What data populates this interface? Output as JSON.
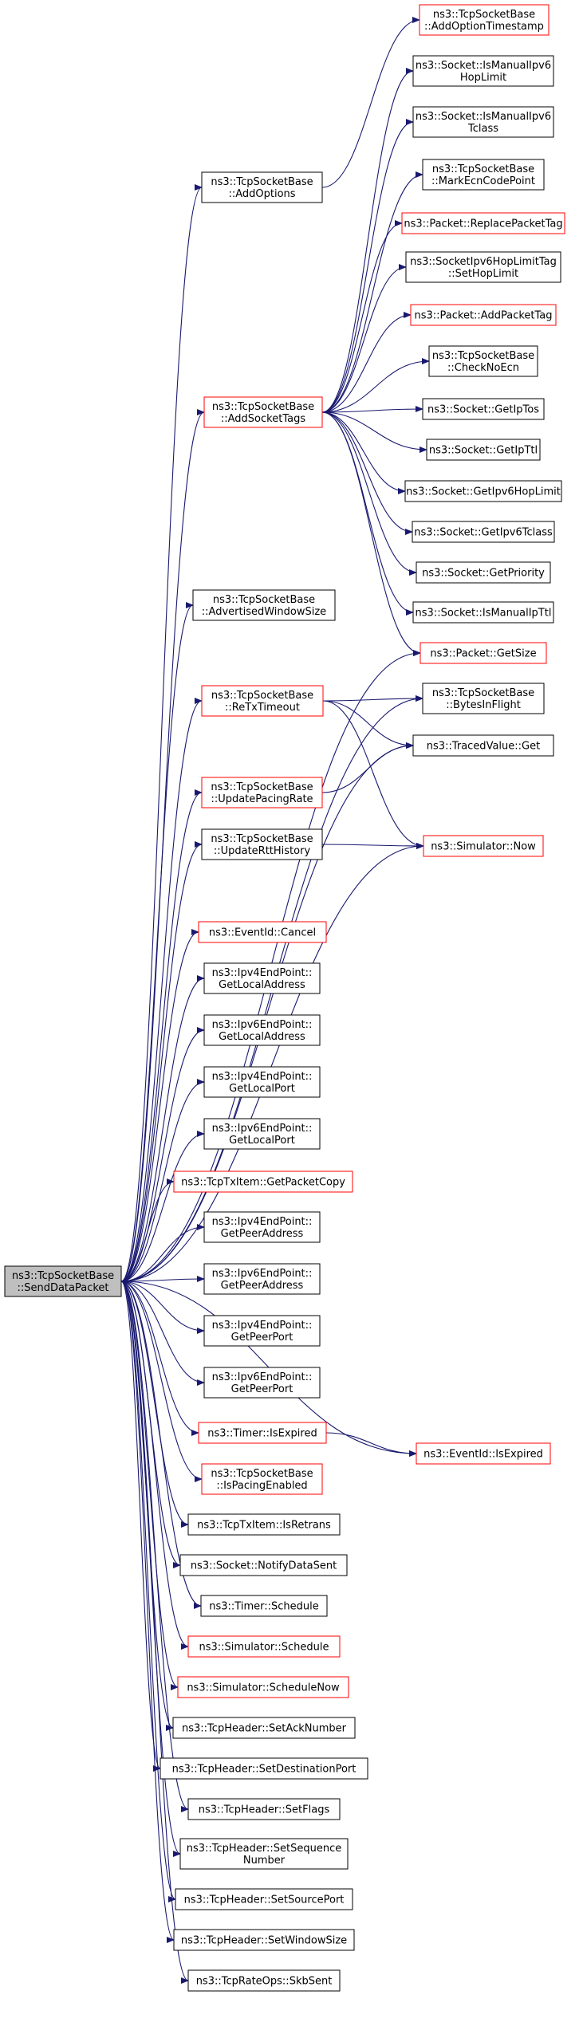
{
  "colors": {
    "edge": "#191970",
    "border_plain": "#000000",
    "border_red": "#ff0000",
    "root_fill": "#bfbfbf",
    "node_fill": "#ffffff"
  },
  "nodes": [
    {
      "id": "SendDataPacket",
      "lines": [
        "ns3::TcpSocketBase",
        "::SendDataPacket"
      ],
      "style": "root"
    },
    {
      "id": "AddOptions",
      "lines": [
        "ns3::TcpSocketBase",
        "::AddOptions"
      ],
      "style": "plain"
    },
    {
      "id": "AddSocketTags",
      "lines": [
        "ns3::TcpSocketBase",
        "::AddSocketTags"
      ],
      "style": "red"
    },
    {
      "id": "AdvertisedWindowSize",
      "lines": [
        "ns3::TcpSocketBase",
        "::AdvertisedWindowSize"
      ],
      "style": "plain"
    },
    {
      "id": "ReTxTimeout",
      "lines": [
        "ns3::TcpSocketBase",
        "::ReTxTimeout"
      ],
      "style": "red"
    },
    {
      "id": "UpdatePacingRate",
      "lines": [
        "ns3::TcpSocketBase",
        "::UpdatePacingRate"
      ],
      "style": "red"
    },
    {
      "id": "UpdateRttHistory",
      "lines": [
        "ns3::TcpSocketBase",
        "::UpdateRttHistory"
      ],
      "style": "plain"
    },
    {
      "id": "EventIdCancel",
      "lines": [
        "ns3::EventId::Cancel"
      ],
      "style": "red"
    },
    {
      "id": "Ipv4GetLocalAddress",
      "lines": [
        "ns3::Ipv4EndPoint::",
        "GetLocalAddress"
      ],
      "style": "plain"
    },
    {
      "id": "Ipv6GetLocalAddress",
      "lines": [
        "ns3::Ipv6EndPoint::",
        "GetLocalAddress"
      ],
      "style": "plain"
    },
    {
      "id": "Ipv4GetLocalPort",
      "lines": [
        "ns3::Ipv4EndPoint::",
        "GetLocalPort"
      ],
      "style": "plain"
    },
    {
      "id": "Ipv6GetLocalPort",
      "lines": [
        "ns3::Ipv6EndPoint::",
        "GetLocalPort"
      ],
      "style": "plain"
    },
    {
      "id": "GetPacketCopy",
      "lines": [
        "ns3::TcpTxItem::GetPacketCopy"
      ],
      "style": "red"
    },
    {
      "id": "Ipv4GetPeerAddress",
      "lines": [
        "ns3::Ipv4EndPoint::",
        "GetPeerAddress"
      ],
      "style": "plain"
    },
    {
      "id": "Ipv6GetPeerAddress",
      "lines": [
        "ns3::Ipv6EndPoint::",
        "GetPeerAddress"
      ],
      "style": "plain"
    },
    {
      "id": "Ipv4GetPeerPort",
      "lines": [
        "ns3::Ipv4EndPoint::",
        "GetPeerPort"
      ],
      "style": "plain"
    },
    {
      "id": "Ipv6GetPeerPort",
      "lines": [
        "ns3::Ipv6EndPoint::",
        "GetPeerPort"
      ],
      "style": "plain"
    },
    {
      "id": "TimerIsExpired",
      "lines": [
        "ns3::Timer::IsExpired"
      ],
      "style": "red"
    },
    {
      "id": "IsPacingEnabled",
      "lines": [
        "ns3::TcpSocketBase",
        "::IsPacingEnabled"
      ],
      "style": "red"
    },
    {
      "id": "IsRetrans",
      "lines": [
        "ns3::TcpTxItem::IsRetrans"
      ],
      "style": "plain"
    },
    {
      "id": "NotifyDataSent",
      "lines": [
        "ns3::Socket::NotifyDataSent"
      ],
      "style": "plain"
    },
    {
      "id": "TimerSchedule",
      "lines": [
        "ns3::Timer::Schedule"
      ],
      "style": "plain"
    },
    {
      "id": "SimulatorSchedule",
      "lines": [
        "ns3::Simulator::Schedule"
      ],
      "style": "red"
    },
    {
      "id": "ScheduleNow",
      "lines": [
        "ns3::Simulator::ScheduleNow"
      ],
      "style": "red"
    },
    {
      "id": "SetAckNumber",
      "lines": [
        "ns3::TcpHeader::SetAckNumber"
      ],
      "style": "plain"
    },
    {
      "id": "SetDestinationPort",
      "lines": [
        "ns3::TcpHeader::SetDestinationPort"
      ],
      "style": "plain"
    },
    {
      "id": "SetFlags",
      "lines": [
        "ns3::TcpHeader::SetFlags"
      ],
      "style": "plain"
    },
    {
      "id": "SetSequenceNumber",
      "lines": [
        "ns3::TcpHeader::SetSequence",
        "Number"
      ],
      "style": "plain"
    },
    {
      "id": "SetSourcePort",
      "lines": [
        "ns3::TcpHeader::SetSourcePort"
      ],
      "style": "plain"
    },
    {
      "id": "SetWindowSize",
      "lines": [
        "ns3::TcpHeader::SetWindowSize"
      ],
      "style": "plain"
    },
    {
      "id": "SkbSent",
      "lines": [
        "ns3::TcpRateOps::SkbSent"
      ],
      "style": "plain"
    },
    {
      "id": "AddOptionTimestamp",
      "lines": [
        "ns3::TcpSocketBase",
        "::AddOptionTimestamp"
      ],
      "style": "red"
    },
    {
      "id": "IsManualIpv6HopLimit",
      "lines": [
        "ns3::Socket::IsManualIpv6",
        "HopLimit"
      ],
      "style": "plain"
    },
    {
      "id": "IsManualIpv6Tclass",
      "lines": [
        "ns3::Socket::IsManualIpv6",
        "Tclass"
      ],
      "style": "plain"
    },
    {
      "id": "MarkEcnCodePoint",
      "lines": [
        "ns3::TcpSocketBase",
        "::MarkEcnCodePoint"
      ],
      "style": "plain"
    },
    {
      "id": "ReplacePacketTag",
      "lines": [
        "ns3::Packet::ReplacePacketTag"
      ],
      "style": "red"
    },
    {
      "id": "SetHopLimit",
      "lines": [
        "ns3::SocketIpv6HopLimitTag",
        "::SetHopLimit"
      ],
      "style": "plain"
    },
    {
      "id": "AddPacketTag",
      "lines": [
        "ns3::Packet::AddPacketTag"
      ],
      "style": "red"
    },
    {
      "id": "CheckNoEcn",
      "lines": [
        "ns3::TcpSocketBase",
        "::CheckNoEcn"
      ],
      "style": "plain"
    },
    {
      "id": "GetIpTos",
      "lines": [
        "ns3::Socket::GetIpTos"
      ],
      "style": "plain"
    },
    {
      "id": "GetIpTtl",
      "lines": [
        "ns3::Socket::GetIpTtl"
      ],
      "style": "plain"
    },
    {
      "id": "GetIpv6HopLimit",
      "lines": [
        "ns3::Socket::GetIpv6HopLimit"
      ],
      "style": "plain"
    },
    {
      "id": "GetIpv6Tclass",
      "lines": [
        "ns3::Socket::GetIpv6Tclass"
      ],
      "style": "plain"
    },
    {
      "id": "GetPriority",
      "lines": [
        "ns3::Socket::GetPriority"
      ],
      "style": "plain"
    },
    {
      "id": "IsManualIpTtl",
      "lines": [
        "ns3::Socket::IsManualIpTtl"
      ],
      "style": "plain"
    },
    {
      "id": "PacketGetSize",
      "lines": [
        "ns3::Packet::GetSize"
      ],
      "style": "red"
    },
    {
      "id": "BytesInFlight",
      "lines": [
        "ns3::TcpSocketBase",
        "::BytesInFlight"
      ],
      "style": "plain"
    },
    {
      "id": "TracedValueGet",
      "lines": [
        "ns3::TracedValue::Get"
      ],
      "style": "plain"
    },
    {
      "id": "SimulatorNow",
      "lines": [
        "ns3::Simulator::Now"
      ],
      "style": "red"
    },
    {
      "id": "EventIdIsExpired",
      "lines": [
        "ns3::EventId::IsExpired"
      ],
      "style": "red"
    }
  ],
  "edges": [
    [
      "SendDataPacket",
      "AddOptions"
    ],
    [
      "SendDataPacket",
      "AddSocketTags"
    ],
    [
      "SendDataPacket",
      "AdvertisedWindowSize"
    ],
    [
      "SendDataPacket",
      "ReTxTimeout"
    ],
    [
      "SendDataPacket",
      "UpdatePacingRate"
    ],
    [
      "SendDataPacket",
      "UpdateRttHistory"
    ],
    [
      "SendDataPacket",
      "EventIdCancel"
    ],
    [
      "SendDataPacket",
      "Ipv4GetLocalAddress"
    ],
    [
      "SendDataPacket",
      "Ipv6GetLocalAddress"
    ],
    [
      "SendDataPacket",
      "Ipv4GetLocalPort"
    ],
    [
      "SendDataPacket",
      "Ipv6GetLocalPort"
    ],
    [
      "SendDataPacket",
      "GetPacketCopy"
    ],
    [
      "SendDataPacket",
      "Ipv4GetPeerAddress"
    ],
    [
      "SendDataPacket",
      "Ipv6GetPeerAddress"
    ],
    [
      "SendDataPacket",
      "Ipv4GetPeerPort"
    ],
    [
      "SendDataPacket",
      "Ipv6GetPeerPort"
    ],
    [
      "SendDataPacket",
      "TimerIsExpired"
    ],
    [
      "SendDataPacket",
      "IsPacingEnabled"
    ],
    [
      "SendDataPacket",
      "IsRetrans"
    ],
    [
      "SendDataPacket",
      "NotifyDataSent"
    ],
    [
      "SendDataPacket",
      "TimerSchedule"
    ],
    [
      "SendDataPacket",
      "SimulatorSchedule"
    ],
    [
      "SendDataPacket",
      "ScheduleNow"
    ],
    [
      "SendDataPacket",
      "SetAckNumber"
    ],
    [
      "SendDataPacket",
      "SetDestinationPort"
    ],
    [
      "SendDataPacket",
      "SetFlags"
    ],
    [
      "SendDataPacket",
      "SetSequenceNumber"
    ],
    [
      "SendDataPacket",
      "SetSourcePort"
    ],
    [
      "SendDataPacket",
      "SetWindowSize"
    ],
    [
      "SendDataPacket",
      "SkbSent"
    ],
    [
      "SendDataPacket",
      "PacketGetSize"
    ],
    [
      "SendDataPacket",
      "BytesInFlight"
    ],
    [
      "SendDataPacket",
      "TracedValueGet"
    ],
    [
      "SendDataPacket",
      "SimulatorNow"
    ],
    [
      "SendDataPacket",
      "EventIdIsExpired"
    ],
    [
      "AddOptions",
      "AddOptionTimestamp"
    ],
    [
      "AddSocketTags",
      "IsManualIpv6HopLimit"
    ],
    [
      "AddSocketTags",
      "IsManualIpv6Tclass"
    ],
    [
      "AddSocketTags",
      "MarkEcnCodePoint"
    ],
    [
      "AddSocketTags",
      "ReplacePacketTag"
    ],
    [
      "AddSocketTags",
      "SetHopLimit"
    ],
    [
      "AddSocketTags",
      "AddPacketTag"
    ],
    [
      "AddSocketTags",
      "CheckNoEcn"
    ],
    [
      "AddSocketTags",
      "GetIpTos"
    ],
    [
      "AddSocketTags",
      "GetIpTtl"
    ],
    [
      "AddSocketTags",
      "GetIpv6HopLimit"
    ],
    [
      "AddSocketTags",
      "GetIpv6Tclass"
    ],
    [
      "AddSocketTags",
      "GetPriority"
    ],
    [
      "AddSocketTags",
      "IsManualIpTtl"
    ],
    [
      "AddSocketTags",
      "PacketGetSize"
    ],
    [
      "ReTxTimeout",
      "BytesInFlight"
    ],
    [
      "ReTxTimeout",
      "TracedValueGet"
    ],
    [
      "ReTxTimeout",
      "SimulatorNow"
    ],
    [
      "UpdatePacingRate",
      "TracedValueGet"
    ],
    [
      "UpdateRttHistory",
      "SimulatorNow"
    ],
    [
      "TimerIsExpired",
      "EventIdIsExpired"
    ]
  ]
}
